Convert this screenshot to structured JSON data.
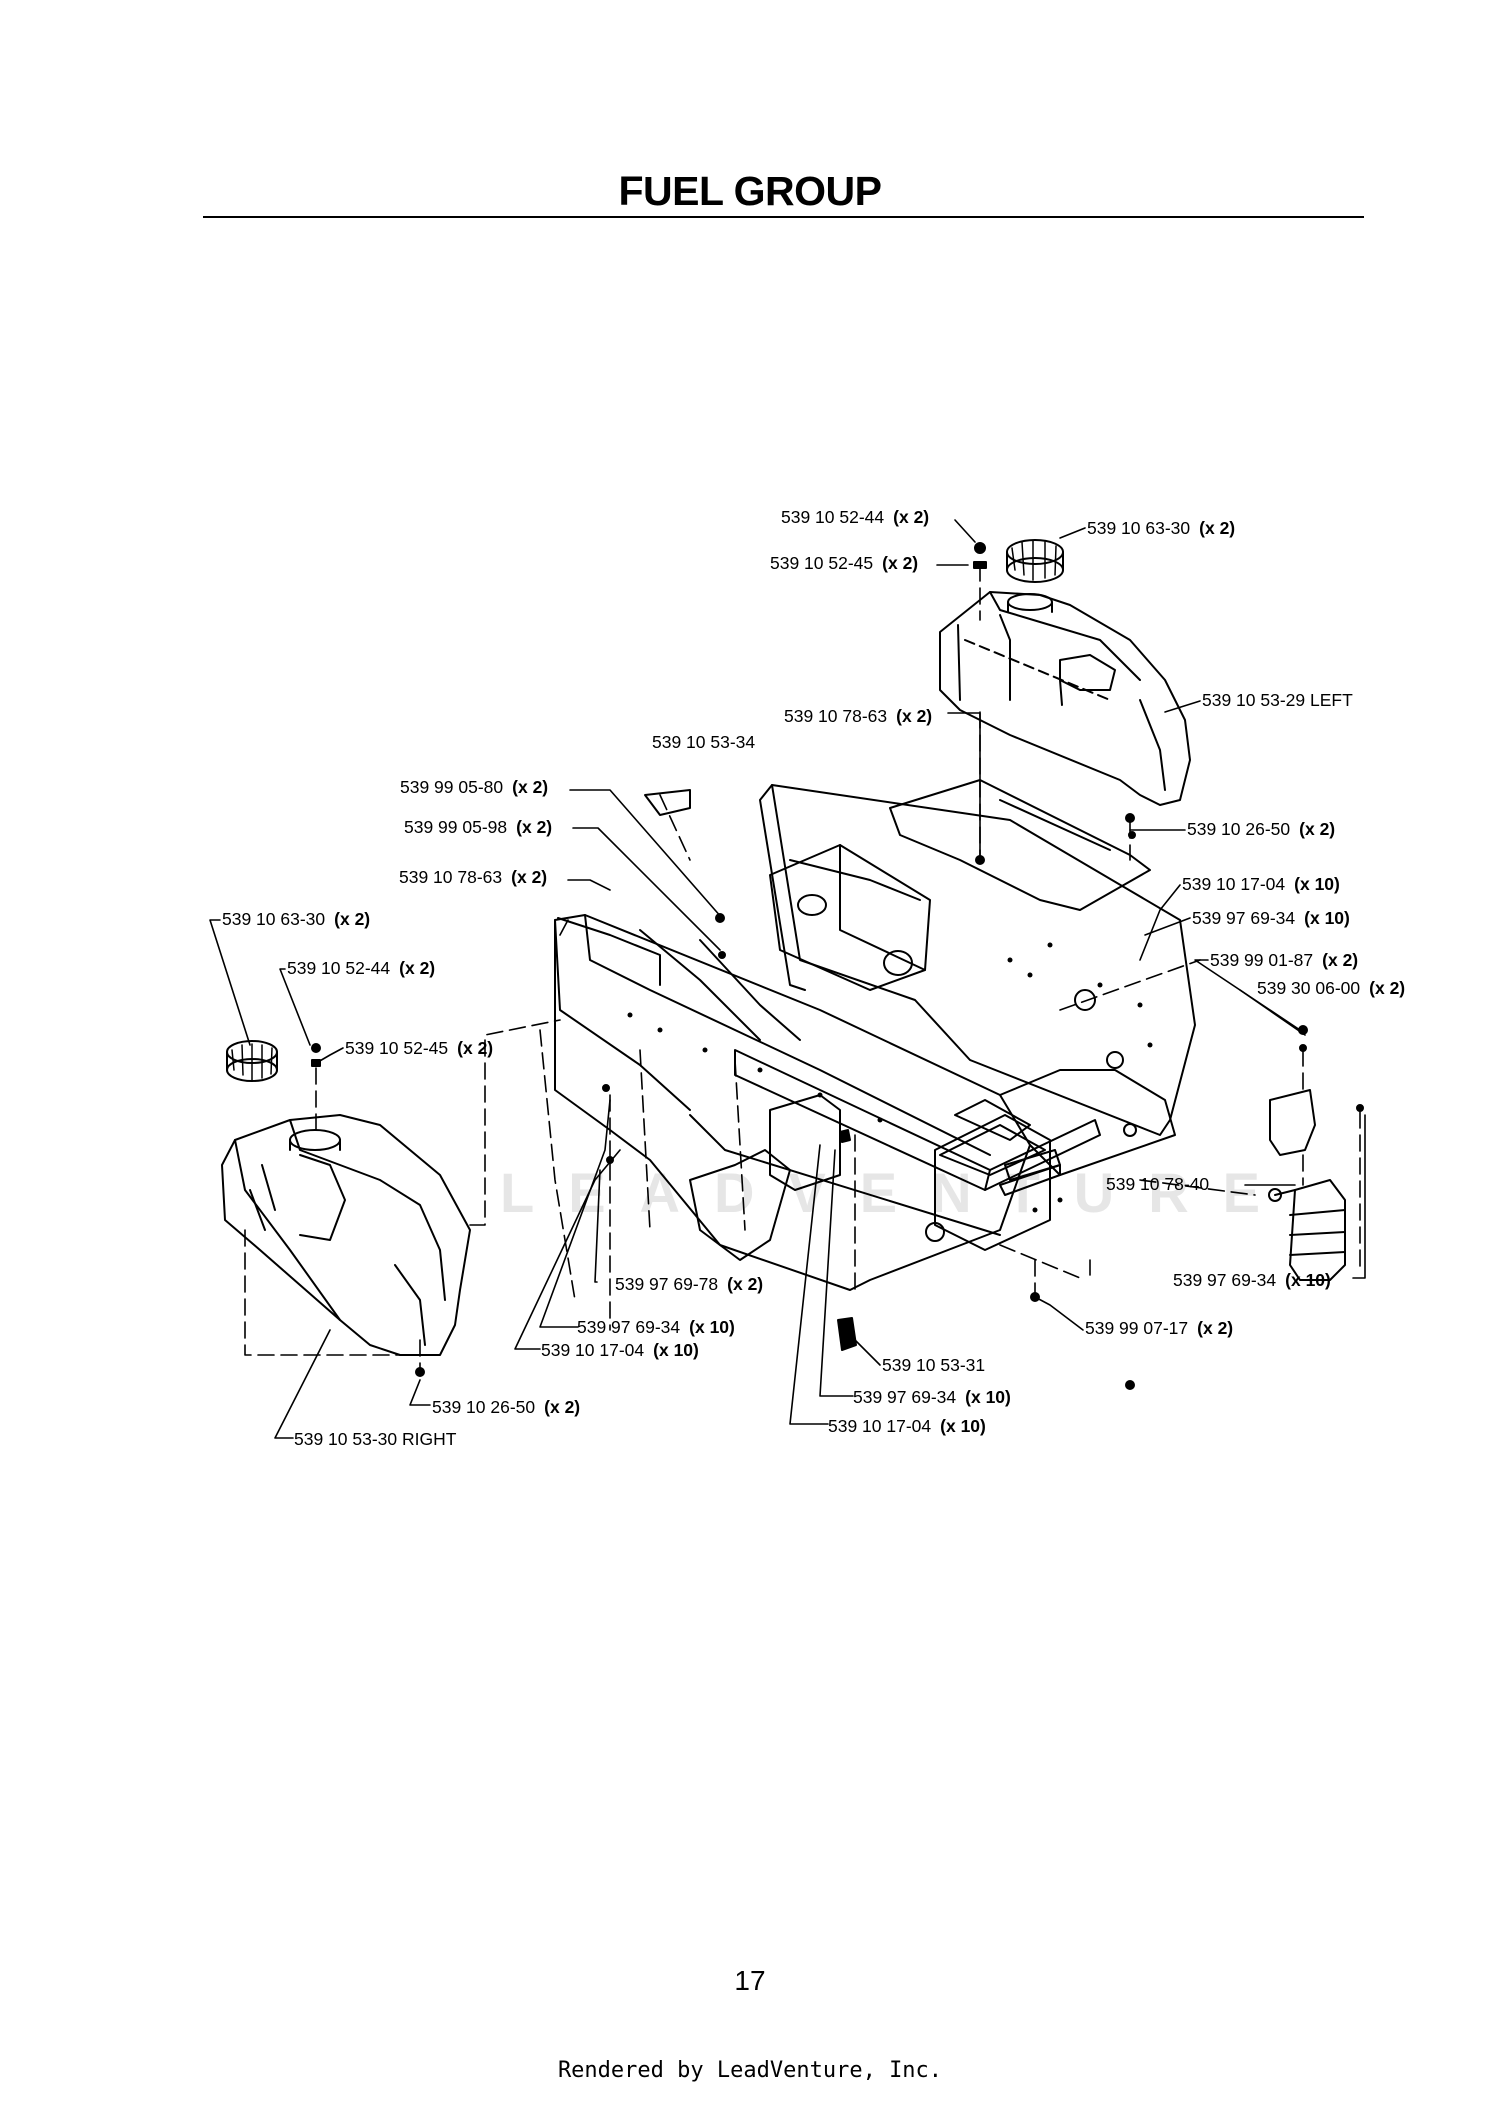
{
  "page": {
    "title": "FUEL GROUP",
    "page_number": "17",
    "footer": "Rendered by LeadVenture, Inc.",
    "watermark": "LEADVENTURE"
  },
  "callouts": [
    {
      "part": "539 10 52-44",
      "qty": "(x 2)"
    },
    {
      "part": "539 10 52-45",
      "qty": "(x 2)"
    },
    {
      "part": "539 10 63-30",
      "qty": "(x 2)"
    },
    {
      "part": "539 10 53-29 LEFT",
      "qty": ""
    },
    {
      "part": "539 10 78-63",
      "qty": "(x 2)"
    },
    {
      "part": "539 10 53-34",
      "qty": ""
    },
    {
      "part": "539 99 05-80",
      "qty": "(x 2)"
    },
    {
      "part": "539 99 05-98",
      "qty": "(x 2)"
    },
    {
      "part": "539 10 78-63",
      "qty": "(x 2)"
    },
    {
      "part": "539 10 26-50",
      "qty": "(x 2)"
    },
    {
      "part": "539 10 17-04",
      "qty": "(x 10)"
    },
    {
      "part": "539 97 69-34",
      "qty": "(x 10)"
    },
    {
      "part": "539 10 63-30",
      "qty": "(x 2)"
    },
    {
      "part": "539 99 01-87",
      "qty": "(x 2)"
    },
    {
      "part": "539 30 06-00",
      "qty": "(x 2)"
    },
    {
      "part": "539 10 52-44",
      "qty": "(x 2)"
    },
    {
      "part": "539 10 52-45",
      "qty": "(x 2)"
    },
    {
      "part": "539 10 78-40",
      "qty": ""
    },
    {
      "part": "539 97 69-78",
      "qty": "(x 2)"
    },
    {
      "part": "539 97 69-34",
      "qty": "(x 10)"
    },
    {
      "part": "539 99 07-17",
      "qty": "(x 2)"
    },
    {
      "part": "539 97 69-34",
      "qty": "(x 10)"
    },
    {
      "part": "539 10 17-04",
      "qty": "(x 10)"
    },
    {
      "part": "539 10 53-31",
      "qty": ""
    },
    {
      "part": "539 10 26-50",
      "qty": "(x 2)"
    },
    {
      "part": "539 97 69-34",
      "qty": "(x 10)"
    },
    {
      "part": "539 10 17-04",
      "qty": "(x 10)"
    },
    {
      "part": "539 10 53-30 RIGHT",
      "qty": ""
    }
  ]
}
